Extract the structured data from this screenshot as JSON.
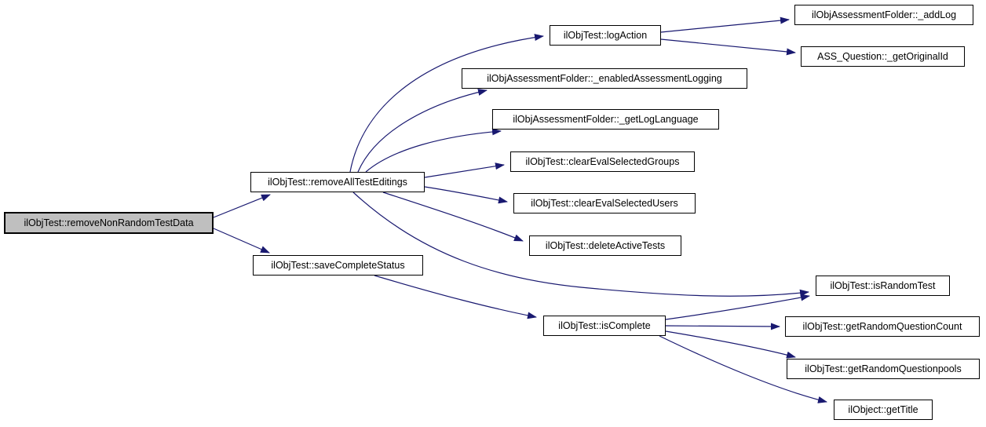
{
  "diagram": {
    "type": "call-graph",
    "edge_color": "#191970",
    "root_fill": "#bfbfbf",
    "node_fill": "#ffffff",
    "nodes": [
      {
        "id": "removeNonRandomTestData",
        "label": "ilObjTest::removeNonRandomTestData",
        "highlighted": true
      },
      {
        "id": "removeAllTestEditings",
        "label": "ilObjTest::removeAllTestEditings"
      },
      {
        "id": "saveCompleteStatus",
        "label": "ilObjTest::saveCompleteStatus"
      },
      {
        "id": "logAction",
        "label": "ilObjTest::logAction"
      },
      {
        "id": "addLog",
        "label": "ilObjAssessmentFolder::_addLog"
      },
      {
        "id": "getOriginalId",
        "label": "ASS_Question::_getOriginalId"
      },
      {
        "id": "enabledAssessmentLogging",
        "label": "ilObjAssessmentFolder::_enabledAssessmentLogging"
      },
      {
        "id": "getLogLanguage",
        "label": "ilObjAssessmentFolder::_getLogLanguage"
      },
      {
        "id": "clearEvalSelectedGroups",
        "label": "ilObjTest::clearEvalSelectedGroups"
      },
      {
        "id": "clearEvalSelectedUsers",
        "label": "ilObjTest::clearEvalSelectedUsers"
      },
      {
        "id": "deleteActiveTests",
        "label": "ilObjTest::deleteActiveTests"
      },
      {
        "id": "isComplete",
        "label": "ilObjTest::isComplete"
      },
      {
        "id": "isRandomTest",
        "label": "ilObjTest::isRandomTest"
      },
      {
        "id": "getRandomQuestionCount",
        "label": "ilObjTest::getRandomQuestionCount"
      },
      {
        "id": "getRandomQuestionpools",
        "label": "ilObjTest::getRandomQuestionpools"
      },
      {
        "id": "getTitle",
        "label": "ilObject::getTitle"
      }
    ],
    "edges": [
      {
        "from": "removeNonRandomTestData",
        "to": "removeAllTestEditings"
      },
      {
        "from": "removeNonRandomTestData",
        "to": "saveCompleteStatus"
      },
      {
        "from": "removeAllTestEditings",
        "to": "logAction"
      },
      {
        "from": "removeAllTestEditings",
        "to": "enabledAssessmentLogging"
      },
      {
        "from": "removeAllTestEditings",
        "to": "getLogLanguage"
      },
      {
        "from": "removeAllTestEditings",
        "to": "clearEvalSelectedGroups"
      },
      {
        "from": "removeAllTestEditings",
        "to": "clearEvalSelectedUsers"
      },
      {
        "from": "removeAllTestEditings",
        "to": "deleteActiveTests"
      },
      {
        "from": "removeAllTestEditings",
        "to": "isRandomTest"
      },
      {
        "from": "saveCompleteStatus",
        "to": "isComplete"
      },
      {
        "from": "logAction",
        "to": "addLog"
      },
      {
        "from": "logAction",
        "to": "getOriginalId"
      },
      {
        "from": "isComplete",
        "to": "isRandomTest"
      },
      {
        "from": "isComplete",
        "to": "getRandomQuestionCount"
      },
      {
        "from": "isComplete",
        "to": "getRandomQuestionpools"
      },
      {
        "from": "isComplete",
        "to": "getTitle"
      }
    ]
  }
}
